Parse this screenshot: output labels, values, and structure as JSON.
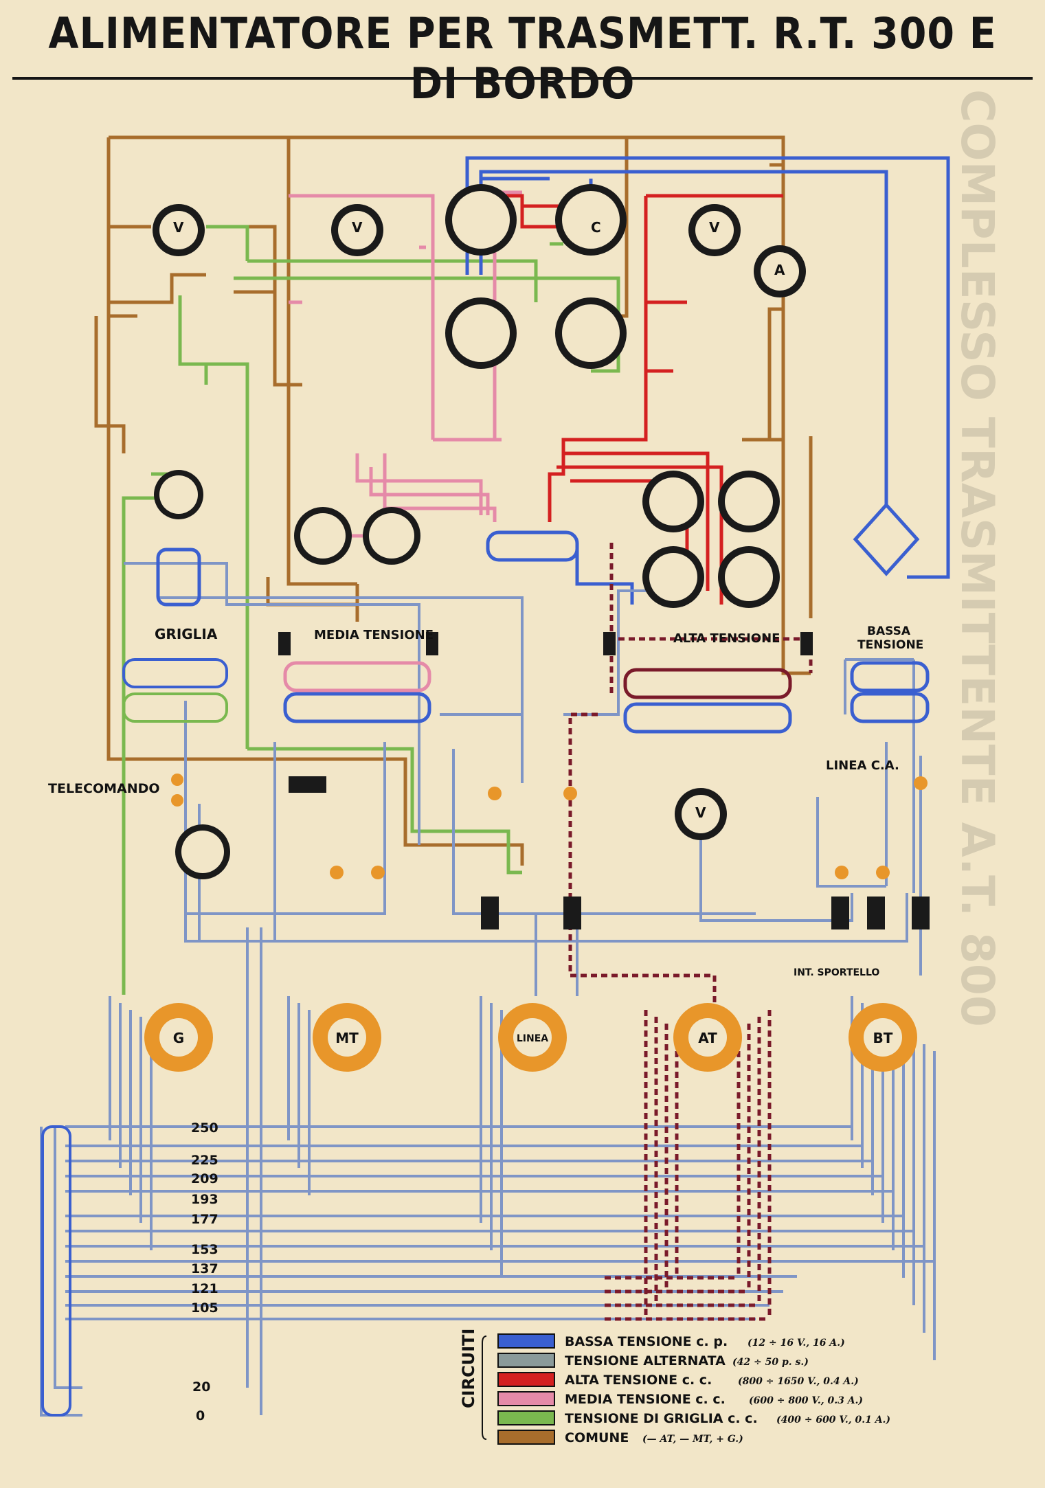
{
  "title": "ALIMENTATORE PER TRASMETT. R.T. 300 E DI BORDO",
  "watermark": "COMPLESSO TRASMITTENTE A.T. 800",
  "colors": {
    "bassa": "#3a5fd0",
    "alternata": "#8a9a9a",
    "alta": "#d42020",
    "media": "#e58aa8",
    "griglia": "#7ab84f",
    "comune": "#a86d2c",
    "darkred": "#7a1a2a",
    "orange": "#e8962a",
    "paper": "#f2e6c8"
  },
  "sections": {
    "griglia": "GRIGLIA",
    "media_tensione": "MEDIA TENSIONE",
    "alta_tensione": "ALTA TENSIONE",
    "bassa_tensione_1": "BASSA",
    "bassa_tensione_2": "TENSIONE",
    "linea_ca": "LINEA C.A.",
    "telecomando": "TELECOMANDO",
    "int_sportello": "INT. SPORTELLO"
  },
  "meters": {
    "v": "V",
    "a": "A",
    "c": "C"
  },
  "connectors": [
    "G",
    "MT",
    "LINEA",
    "AT",
    "BT"
  ],
  "taps": [
    "250",
    "225",
    "209",
    "193",
    "177",
    "153",
    "137",
    "121",
    "105",
    "20",
    "0"
  ],
  "legend": {
    "heading": "CIRCUITI",
    "items": [
      {
        "label": "BASSA TENSIONE c. p.",
        "detail": "(12 ÷ 16 V., 16 A.)",
        "color": "#3a5fd0"
      },
      {
        "label": "TENSIONE ALTERNATA",
        "detail": "(42 ÷ 50 p. s.)",
        "color": "#8a9a9a"
      },
      {
        "label": "ALTA TENSIONE c. c.",
        "detail": "(800 ÷ 1650 V., 0.4 A.)",
        "color": "#d42020"
      },
      {
        "label": "MEDIA TENSIONE c. c.",
        "detail": "(600 ÷ 800 V., 0.3 A.)",
        "color": "#e58aa8"
      },
      {
        "label": "TENSIONE DI GRIGLIA c. c.",
        "detail": "(400 ÷ 600 V., 0.1 A.)",
        "color": "#7ab84f"
      },
      {
        "label": "COMUNE",
        "detail": "(— AT,   — MT,   + G.)",
        "color": "#a86d2c"
      }
    ]
  }
}
